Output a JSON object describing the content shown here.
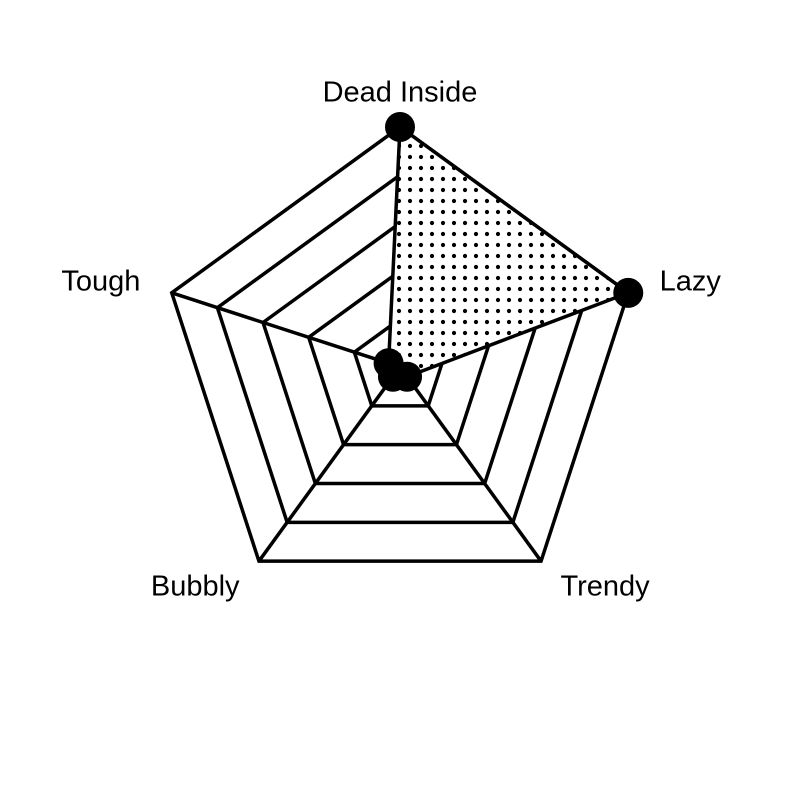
{
  "chart_data": {
    "type": "radar",
    "axes": [
      "Dead Inside",
      "Lazy",
      "Trendy",
      "Bubbly",
      "Tough"
    ],
    "values": [
      100,
      100,
      5,
      5,
      5
    ],
    "range": [
      0,
      100
    ],
    "rings": 5,
    "fill_pattern": "dots",
    "colors": {
      "line": "#000000",
      "point": "#000000",
      "background": "#ffffff"
    }
  }
}
